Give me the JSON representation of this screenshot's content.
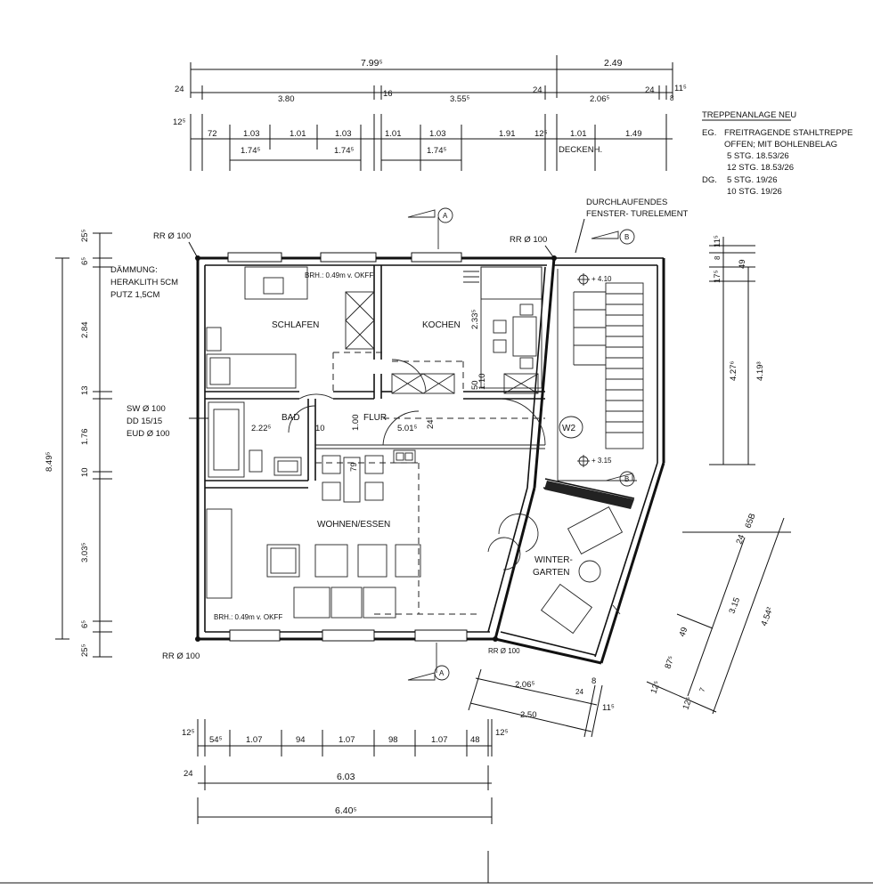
{
  "rooms": {
    "schlafen": "SCHLAFEN",
    "kochen": "KOCHEN",
    "bad": "BAD",
    "flur": "FLUR",
    "wohnen": "WOHNEN/ESSEN",
    "winter1": "WINTER-",
    "winter2": "GARTEN",
    "w2": "W2"
  },
  "notes": {
    "daemmung": [
      "DÄMMUNG:",
      "HERAKLITH 5CM",
      "PUTZ 1,5CM"
    ],
    "sw": [
      "SW Ø 100",
      "DD 15/15",
      "EUD Ø 100"
    ],
    "rr": "RR Ø 100",
    "brh": "BRH.: 0.49m v. OKFF",
    "deckenh": "DECKENH.",
    "durch": [
      "DURCHLAUFENDES",
      "FENSTER- TURELEMENT"
    ],
    "level_upper": "+ 4.10",
    "level_lower": "+ 3.15",
    "section_a": "A",
    "section_b": "B"
  },
  "treppe": {
    "title": "TREPPENANLAGE NEU",
    "eg_label": "EG.",
    "eg_lines": [
      "FREITRAGENDE STAHLTREPPE",
      "OFFEN; MIT BOHLENBELAG",
      "5 STG. 18.53/26",
      "12 STG. 18.53/26"
    ],
    "dg_label": "DG.",
    "dg_lines": [
      "5 STG. 19/26",
      "10 STG. 19/26"
    ]
  },
  "dims": {
    "top_total_a": "7.99⁵",
    "top_total_b": "2.49",
    "r2": [
      "24",
      "3.80",
      "16",
      "3.55⁵",
      "24",
      "2.06⁵",
      "24",
      "8",
      "11⁵"
    ],
    "r3": [
      "12⁵",
      "72",
      "1.03",
      "1.01",
      "1.03",
      "1.01",
      "1.03",
      "1.91",
      "12⁵",
      "1.01",
      "1.49"
    ],
    "r3b": [
      "1.74⁵",
      "1.74⁵",
      "1.74⁵"
    ],
    "left": [
      "25⁵",
      "6⁵",
      "2.84",
      "13",
      "1.76",
      "10",
      "3.03⁵",
      "6⁵",
      "25⁵",
      "8.49⁵"
    ],
    "right": [
      "11⁵",
      "8",
      "49",
      "17⁵",
      "4.27⁶",
      "4.19³"
    ],
    "inner": [
      "2.33⁵",
      "50",
      "1.10",
      "2.22⁵",
      "10",
      "1.00",
      "5.01⁵",
      "24",
      "79"
    ],
    "bottom": [
      "12⁵",
      "54⁵",
      "1.07",
      "94",
      "1.07",
      "98",
      "1.07",
      "48",
      "12⁵",
      "24",
      "6.03",
      "6.40⁵"
    ],
    "wg_bottom": [
      "2.06⁵",
      "8",
      "24",
      "11⁵",
      "2.50"
    ],
    "wg_right": [
      "24",
      "65B",
      "3.15",
      "4.54²",
      "49",
      "87⁵",
      "12⁵",
      "7",
      "12⁵"
    ]
  }
}
